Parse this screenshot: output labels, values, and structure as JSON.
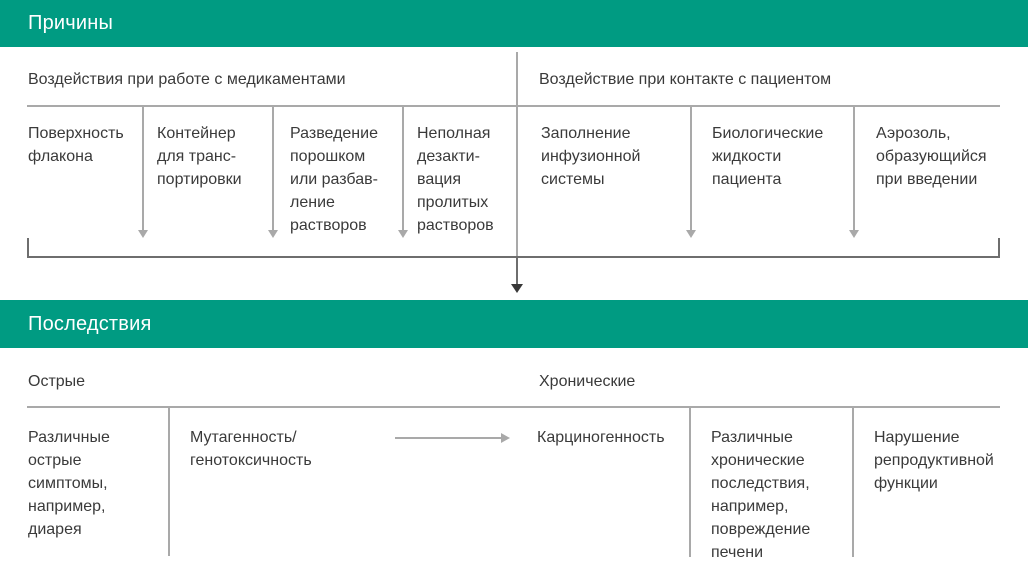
{
  "colors": {
    "accent_teal": "#009b82",
    "header_text": "#ffffff",
    "body_text": "#3a3a3a",
    "divider_gray": "#a9a9a9",
    "bracket_gray": "#6e6e6e",
    "arrowhead_dark": "#383838"
  },
  "causes": {
    "title": "Причины",
    "groups": [
      {
        "label": "Воздействия при работе с медикаментами"
      },
      {
        "label": "Воздействие при контакте с пациентом"
      }
    ],
    "items": [
      {
        "text": "Поверхность\nфлакона"
      },
      {
        "text": "Контейнер\nдля транс-\nпортировки"
      },
      {
        "text": "Разведение\nпорошком\nили разбав-\nление\nрастворов"
      },
      {
        "text": "Неполная\nдезакти-\nвация\nпролитых\nрастворов"
      },
      {
        "text": "Заполнение\nинфузионной\nсистемы"
      },
      {
        "text": "Биологические\nжидкости\nпациента"
      },
      {
        "text": "Аэрозоль,\nобразующийся\nпри введении"
      }
    ]
  },
  "consequences": {
    "title": "Последствия",
    "groups": [
      {
        "label": "Острые"
      },
      {
        "label": "Хронические"
      }
    ],
    "items": [
      {
        "text": "Различные\nострые\nсимптомы,\nнапример,\nдиарея"
      },
      {
        "text": "Мутагенность/\nгенотоксичность"
      },
      {
        "text": "Карциногенность"
      },
      {
        "text": "Различные\nхронические\nпоследствия,\nнапример,\nповреждение\nпечени"
      },
      {
        "text": "Нарушение\nрепродуктивной\nфункции"
      }
    ]
  }
}
